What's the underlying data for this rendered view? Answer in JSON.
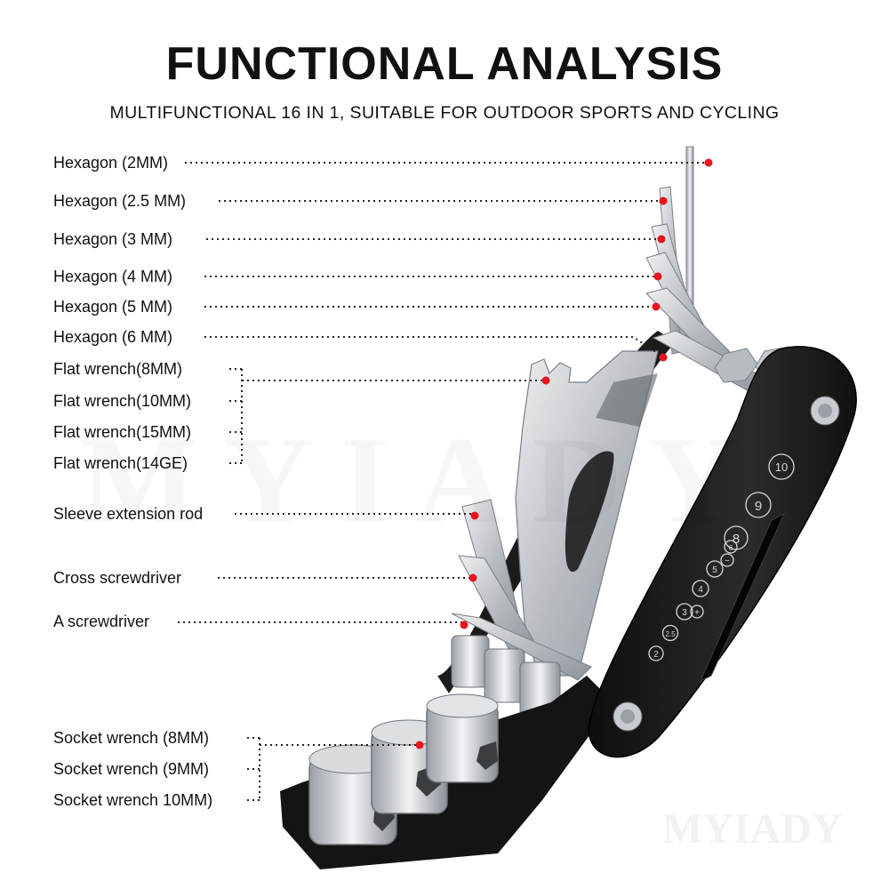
{
  "header": {
    "title": "FUNCTIONAL ANALYSIS",
    "subtitle": "MULTIFUNCTIONAL 16 IN 1, SUITABLE FOR OUTDOOR SPORTS AND CYCLING"
  },
  "labels": {
    "hex_2": "Hexagon (2MM)",
    "hex_2_5": "Hexagon (2.5 MM)",
    "hex_3": "Hexagon (3 MM)",
    "hex_4": "Hexagon (4 MM)",
    "hex_5": "Hexagon (5 MM)",
    "hex_6": "Hexagon (6 MM)",
    "flat_8": "Flat wrench(8MM)",
    "flat_10": "Flat wrench(10MM)",
    "flat_15": "Flat wrench(15MM)",
    "flat_14ge": "Flat wrench(14GE)",
    "sleeve_rod": "Sleeve extension rod",
    "cross_screwdriver": "Cross screwdriver",
    "a_screwdriver": "A screwdriver",
    "socket_8": "Socket wrench (8MM)",
    "socket_9": "Socket wrench (9MM)",
    "socket_10": "Socket wrench 10MM)"
  },
  "tool_markings": [
    "2",
    "2.5",
    "3",
    "4",
    "5",
    "+",
    "−",
    "6",
    "8",
    "9",
    "10"
  ],
  "watermark": "MYIADY",
  "colors": {
    "marker": "#e8141c",
    "leader": "#222222",
    "handle": "#1a1a1a",
    "steel": "#c9ccd0"
  }
}
